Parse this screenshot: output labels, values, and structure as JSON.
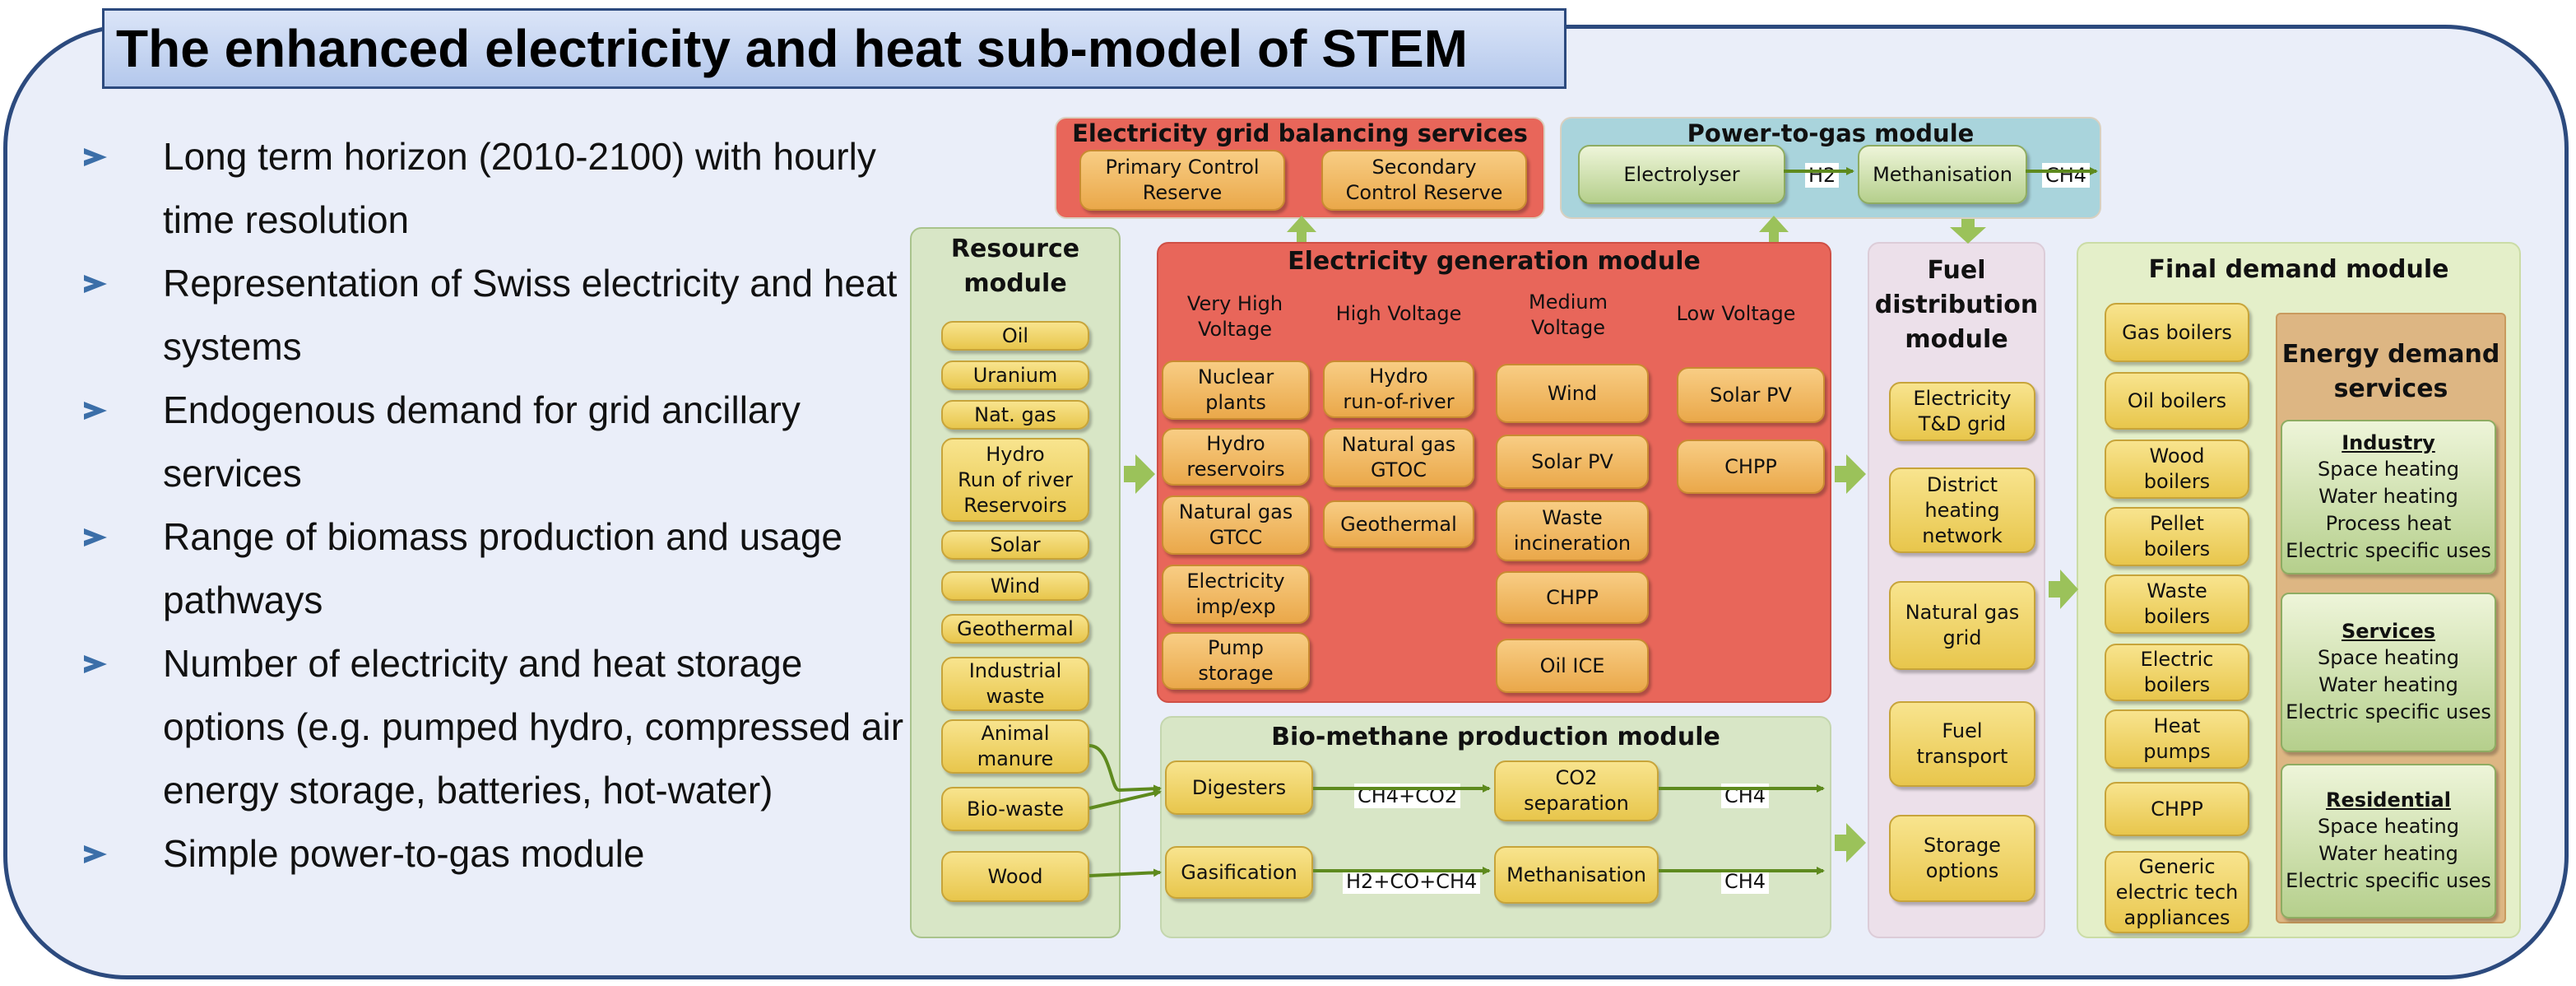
{
  "title": "The enhanced electricity and heat sub-model of STEM",
  "bullets": [
    "Long term horizon (2010-2100) with hourly time resolution",
    "Representation of Swiss electricity and heat systems",
    "Endogenous demand for grid ancillary services",
    "Range of biomass production and usage pathways",
    "Number of electricity and heat storage options (e.g. pumped hydro, compressed air energy storage, batteries, hot-water)",
    "Simple power-to-gas module"
  ],
  "grid_balancing": {
    "title": "Electricity grid balancing services",
    "items": [
      "Primary Control\nReserve",
      "Secondary\nControl Reserve"
    ]
  },
  "power_to_gas": {
    "title": "Power-to-gas module",
    "items": [
      "Electrolyser",
      "Methanisation"
    ],
    "flows": [
      "H2",
      "CH4"
    ]
  },
  "resource": {
    "title": "Resource\nmodule",
    "items": [
      "Oil",
      "Uranium",
      "Nat. gas",
      "Hydro\nRun of river\nReservoirs",
      "Solar",
      "Wind",
      "Geothermal",
      "Industrial\nwaste",
      "Animal\nmanure",
      "Bio-waste",
      "Wood"
    ]
  },
  "generation": {
    "title": "Electricity generation module",
    "columns": [
      "Very High\nVoltage",
      "High Voltage",
      "Medium\nVoltage",
      "Low Voltage"
    ],
    "vhv": [
      "Nuclear\nplants",
      "Hydro\nreservoirs",
      "Natural gas\nGTCC",
      "Electricity\nimp/exp",
      "Pump\nstorage"
    ],
    "hv": [
      "Hydro\nrun-of-river",
      "Natural gas\nGTOC",
      "Geothermal"
    ],
    "mv": [
      "Wind",
      "Solar PV",
      "Waste\nincineration",
      "CHPP",
      "Oil ICE"
    ],
    "lv": [
      "Solar PV",
      "CHPP"
    ]
  },
  "biomethane": {
    "title": "Bio-methane production module",
    "items": [
      "Digesters",
      "CO2\nseparation",
      "Gasification",
      "Methanisation"
    ],
    "flows": [
      "CH4+CO2",
      "CH4",
      "H2+CO+CH4",
      "CH4"
    ]
  },
  "fuel": {
    "title": "Fuel\ndistribution\nmodule",
    "items": [
      "Electricity\nT&D grid",
      "District\nheating\nnetwork",
      "Natural gas\ngrid",
      "Fuel\ntransport",
      "Storage\noptions"
    ]
  },
  "final_demand": {
    "title": "Final demand module",
    "items": [
      "Gas boilers",
      "Oil boilers",
      "Wood\nboilers",
      "Pellet\nboilers",
      "Waste\nboilers",
      "Electric\nboilers",
      "Heat\npumps",
      "CHPP",
      "Generic\nelectric tech\nappliances"
    ],
    "services_title": "Energy demand\nservices",
    "sectors": [
      {
        "name": "Industry",
        "uses": "Space heating\nWater heating\nProcess heat\nElectric specific uses"
      },
      {
        "name": "Services",
        "uses": "Space heating\nWater heating\nElectric specific uses"
      },
      {
        "name": "Residential",
        "uses": "Space heating\nWater heating\nElectric specific uses"
      }
    ]
  },
  "colors": {
    "frame": "#2c4a7e",
    "red_module": "#e8665a",
    "teal_module": "#a9d4dc",
    "green_module": "#d8e6c6",
    "lilac_module": "#ece0ea",
    "lime_module": "#e4efc9",
    "tan_module": "#ddb683",
    "flow_arrow": "#5e8a1e",
    "box_yellow": "#f1d66a",
    "box_orange": "#eeb658"
  }
}
